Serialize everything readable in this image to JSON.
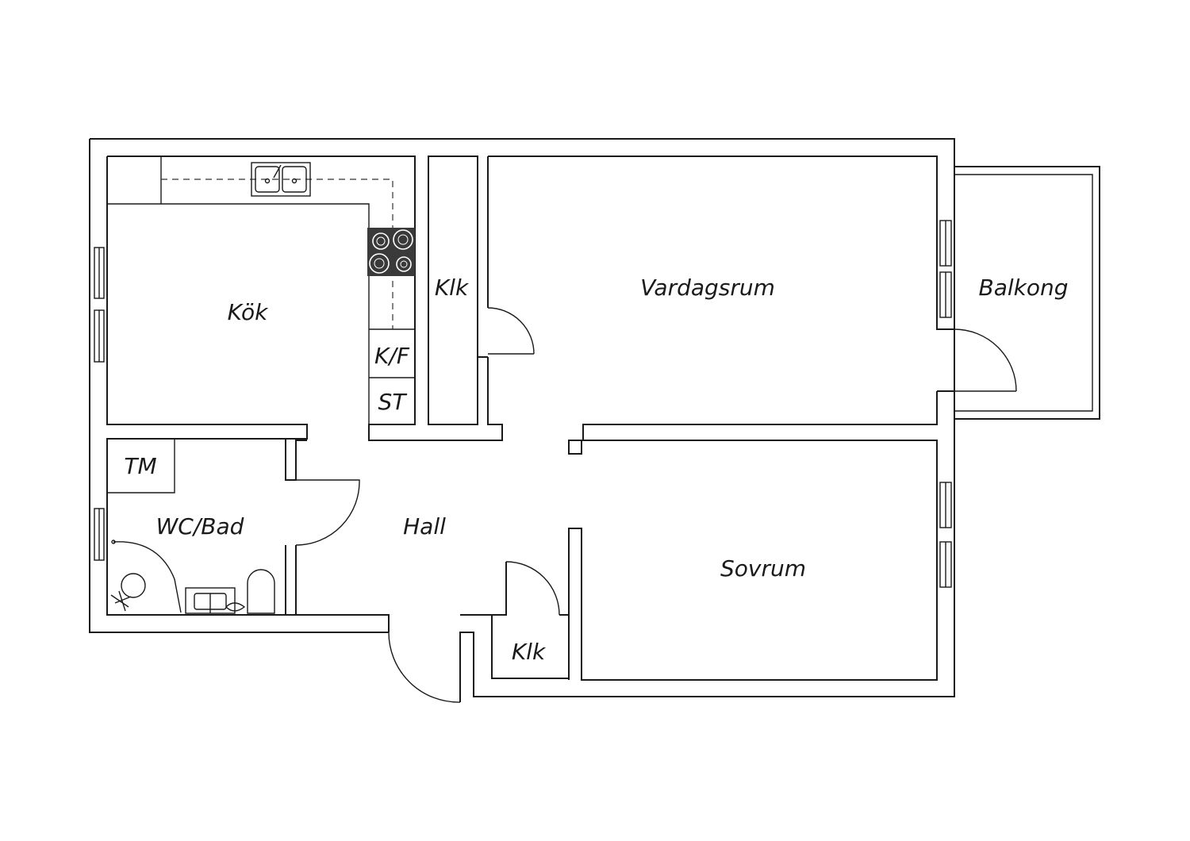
{
  "colors": {
    "wall": "#1a1a1a",
    "background": "#ffffff",
    "stove": "#3a3a3a"
  },
  "rooms": {
    "kok": "Kök",
    "kf": "K/F",
    "st": "ST",
    "klk_upper": "Klk",
    "vardagsrum": "Vardagsrum",
    "balkong": "Balkong",
    "tm": "TM",
    "wc_bad": "WC/Bad",
    "hall": "Hall",
    "sovrum": "Sovrum",
    "klk_lower": "Klk"
  },
  "icons": [
    "sink-icon",
    "stove-icon",
    "washbasin-icon",
    "toilet-icon",
    "shower-icon"
  ]
}
